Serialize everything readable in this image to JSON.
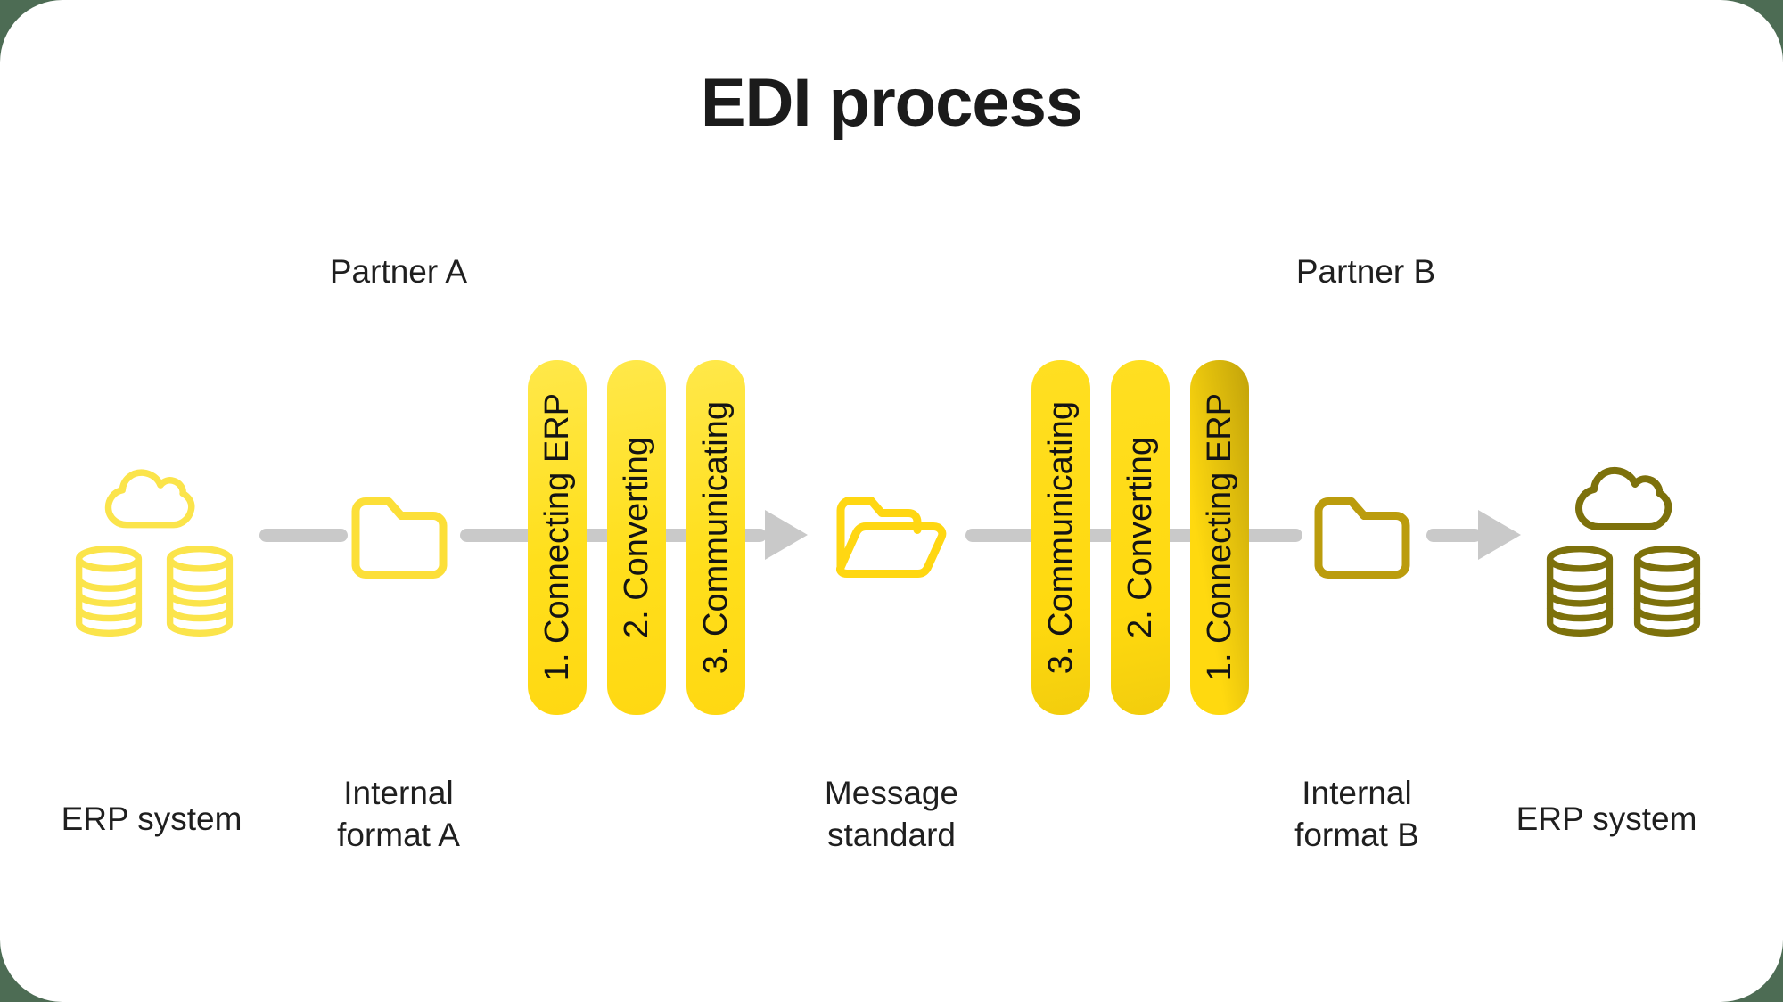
{
  "title": "EDI process",
  "partners": {
    "a": "Partner A",
    "b": "Partner B"
  },
  "labels": {
    "erp_left": "ERP system",
    "format_a": "Internal\nformat A",
    "message": "Message\nstandard",
    "format_b": "Internal\nformat B",
    "erp_right": "ERP system"
  },
  "pills_left": [
    "1. Connecting ERP",
    "2. Converting",
    "3. Communicating"
  ],
  "pills_right": [
    "3. Communicating",
    "2. Converting",
    "1. Connecting ERP"
  ],
  "colors": {
    "page_bg": "#4d6c54",
    "card_bg": "#ffffff",
    "text_dark": "#1b1b1b",
    "arrow_gray": "#c9c9c9",
    "icon_light_yellow": "#fbe44b",
    "folder_a_yellow": "#fcdf38",
    "pill_yellow": "#ffdf1c",
    "pill_yellow_deep": "#ffd90f",
    "pill_gold_dark": "#c2a30a",
    "folder_mid_gold": "#ffd712",
    "folder_b_gold": "#bb9c0d",
    "icon_olive": "#7d710b"
  }
}
